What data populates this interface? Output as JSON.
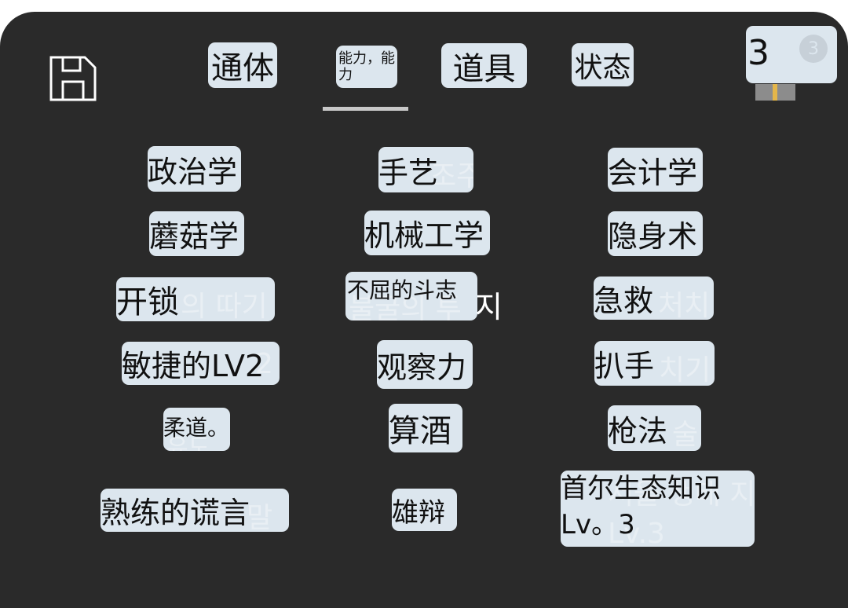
{
  "toolbar": {
    "save_icon": "floppy-disk-icon"
  },
  "tabs": [
    {
      "id": "general",
      "label": "通体"
    },
    {
      "id": "ability",
      "label": "能力，能力",
      "active": true
    },
    {
      "id": "items",
      "label": "道具"
    },
    {
      "id": "status",
      "label": "状态"
    }
  ],
  "notification": {
    "count": "3",
    "badge": "3",
    "icon": "gift-icon"
  },
  "skills": [
    {
      "label": "政治学"
    },
    {
      "label": "手艺",
      "ghost": "조주"
    },
    {
      "label": "会计学"
    },
    {
      "label": "蘑菇学"
    },
    {
      "label": "机械工学"
    },
    {
      "label": "隐身术"
    },
    {
      "label": "开锁",
      "ghost": "의 따기"
    },
    {
      "label": "不屈的斗志",
      "ghost": "불굴의 투",
      "overflow": "지"
    },
    {
      "label": "急救",
      "ghost": "처치"
    },
    {
      "label": "敏捷的LV2",
      "ghost": "2"
    },
    {
      "label": "观察力"
    },
    {
      "label": "扒手",
      "ghost": "치기"
    },
    {
      "label": "柔道。",
      "ghost": "유도"
    },
    {
      "label": "算酒"
    },
    {
      "label": "枪法",
      "ghost": "술"
    },
    {
      "label": "熟练的谎言",
      "ghost": "말"
    },
    {
      "label": "雄辩"
    },
    {
      "label": "首尔生态知识\nLv。3",
      "ghost": "서울 생태 지식\nLv.3"
    }
  ],
  "colors": {
    "panel": "#2a2a2a",
    "chip": "#dce6ee",
    "text": "#111111",
    "tab_underline": "#c8c8c8",
    "gift_ribbon": "#e4b64a"
  }
}
